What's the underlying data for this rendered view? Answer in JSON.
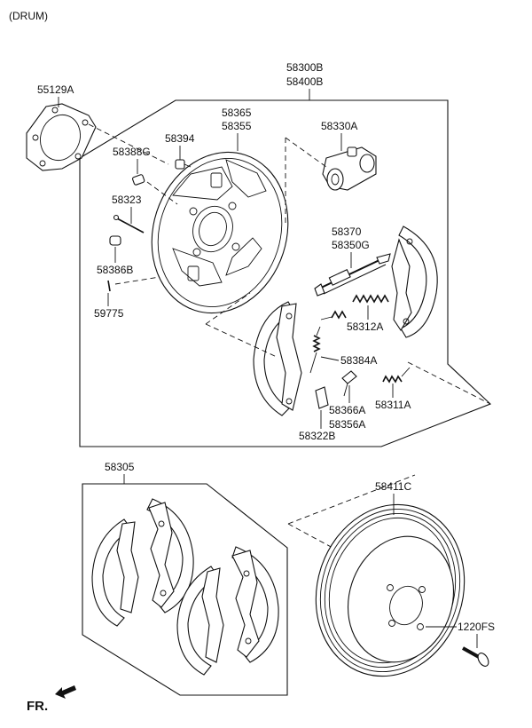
{
  "header": {
    "variant": "(DRUM)"
  },
  "labels": {
    "gasket": "55129A",
    "assembly_a": "58300B",
    "assembly_b": "58400B",
    "backing_plate_a": "58365",
    "backing_plate_b": "58355",
    "wheel_cylinder": "58330A",
    "bleeder_screw": "58394",
    "cap": "58388G",
    "pin": "58323",
    "plug": "58386B",
    "spring_pin": "59775",
    "adjuster_a": "58370",
    "adjuster_b": "58350G",
    "upper_spring": "58312A",
    "hold_down_spring": "58384A",
    "lever_a": "58366A",
    "lever_b": "58356A",
    "lower_spring": "58311A",
    "retainer": "58322B",
    "shoe_kit": "58305",
    "drum": "58411C",
    "screw": "1220FS"
  },
  "footer": {
    "front_label": "FR."
  }
}
